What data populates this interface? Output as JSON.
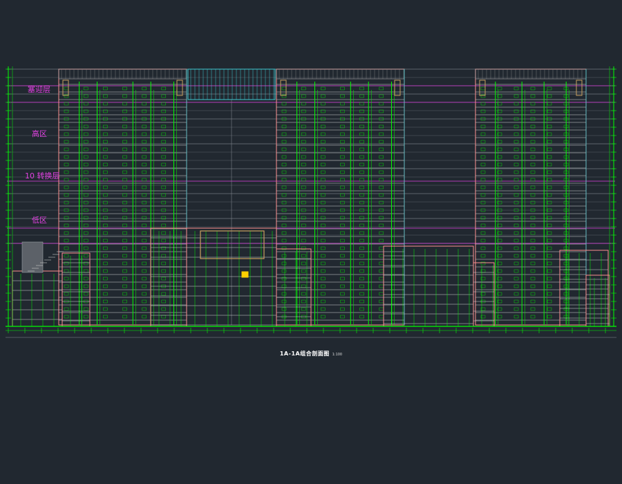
{
  "drawing": {
    "title": "1A-1A组合剖面图",
    "scale": "1:100",
    "zones": [
      "塞迎层",
      "高区",
      "10 转换层",
      "低区"
    ]
  },
  "colors": {
    "background": "#212830",
    "primary_line": "#00ff00",
    "outline": "#ff9090",
    "floor_line": "#d8d8d8",
    "annotation": "#e040e0",
    "cyan": "#40c8d0",
    "yellow": "#ffd000",
    "gold": "#c8a060"
  }
}
